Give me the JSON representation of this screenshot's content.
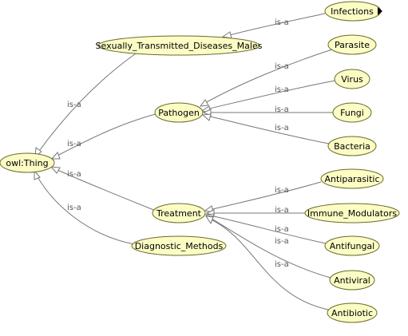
{
  "colors": {
    "node_fill": "#fcfcc5",
    "node_stroke": "#6b6b2a",
    "edge": "#777777",
    "edge_label": "#555555",
    "background": "#ffffff"
  },
  "nodes": {
    "owl_thing": {
      "label": "owl:Thing"
    },
    "stdm": {
      "label": "Sexually_Transmitted_Diseases_Males"
    },
    "infections": {
      "label": "Infections",
      "expandable_icon": "triangle-right-icon"
    },
    "pathogen": {
      "label": "Pathogen"
    },
    "parasite": {
      "label": "Parasite"
    },
    "virus": {
      "label": "Virus"
    },
    "fungi": {
      "label": "Fungi"
    },
    "bacteria": {
      "label": "Bacteria"
    },
    "treatment": {
      "label": "Treatment"
    },
    "antiparasitic": {
      "label": "Antiparasitic"
    },
    "immune_modulators": {
      "label": "Immune_Modulators"
    },
    "antifungal": {
      "label": "Antifungal"
    },
    "antiviral": {
      "label": "Antiviral"
    },
    "antibiotic": {
      "label": "Antibiotic"
    },
    "diagnostic_methods": {
      "label": "Diagnostic_Methods"
    }
  },
  "edges": [
    {
      "from": "stdm",
      "to": "owl_thing",
      "label": "is-a"
    },
    {
      "from": "pathogen",
      "to": "owl_thing",
      "label": "is-a"
    },
    {
      "from": "treatment",
      "to": "owl_thing",
      "label": "is-a"
    },
    {
      "from": "diagnostic_methods",
      "to": "owl_thing",
      "label": "is-a"
    },
    {
      "from": "infections",
      "to": "stdm",
      "label": "is-a"
    },
    {
      "from": "parasite",
      "to": "pathogen",
      "label": "is-a"
    },
    {
      "from": "virus",
      "to": "pathogen",
      "label": "is-a"
    },
    {
      "from": "fungi",
      "to": "pathogen",
      "label": "is-a"
    },
    {
      "from": "bacteria",
      "to": "pathogen",
      "label": "is-a"
    },
    {
      "from": "antiparasitic",
      "to": "treatment",
      "label": "is-a"
    },
    {
      "from": "immune_modulators",
      "to": "treatment",
      "label": "is-a"
    },
    {
      "from": "antifungal",
      "to": "treatment",
      "label": "is-a"
    },
    {
      "from": "antiviral",
      "to": "treatment",
      "label": "is-a"
    },
    {
      "from": "antibiotic",
      "to": "treatment",
      "label": "is-a"
    }
  ]
}
